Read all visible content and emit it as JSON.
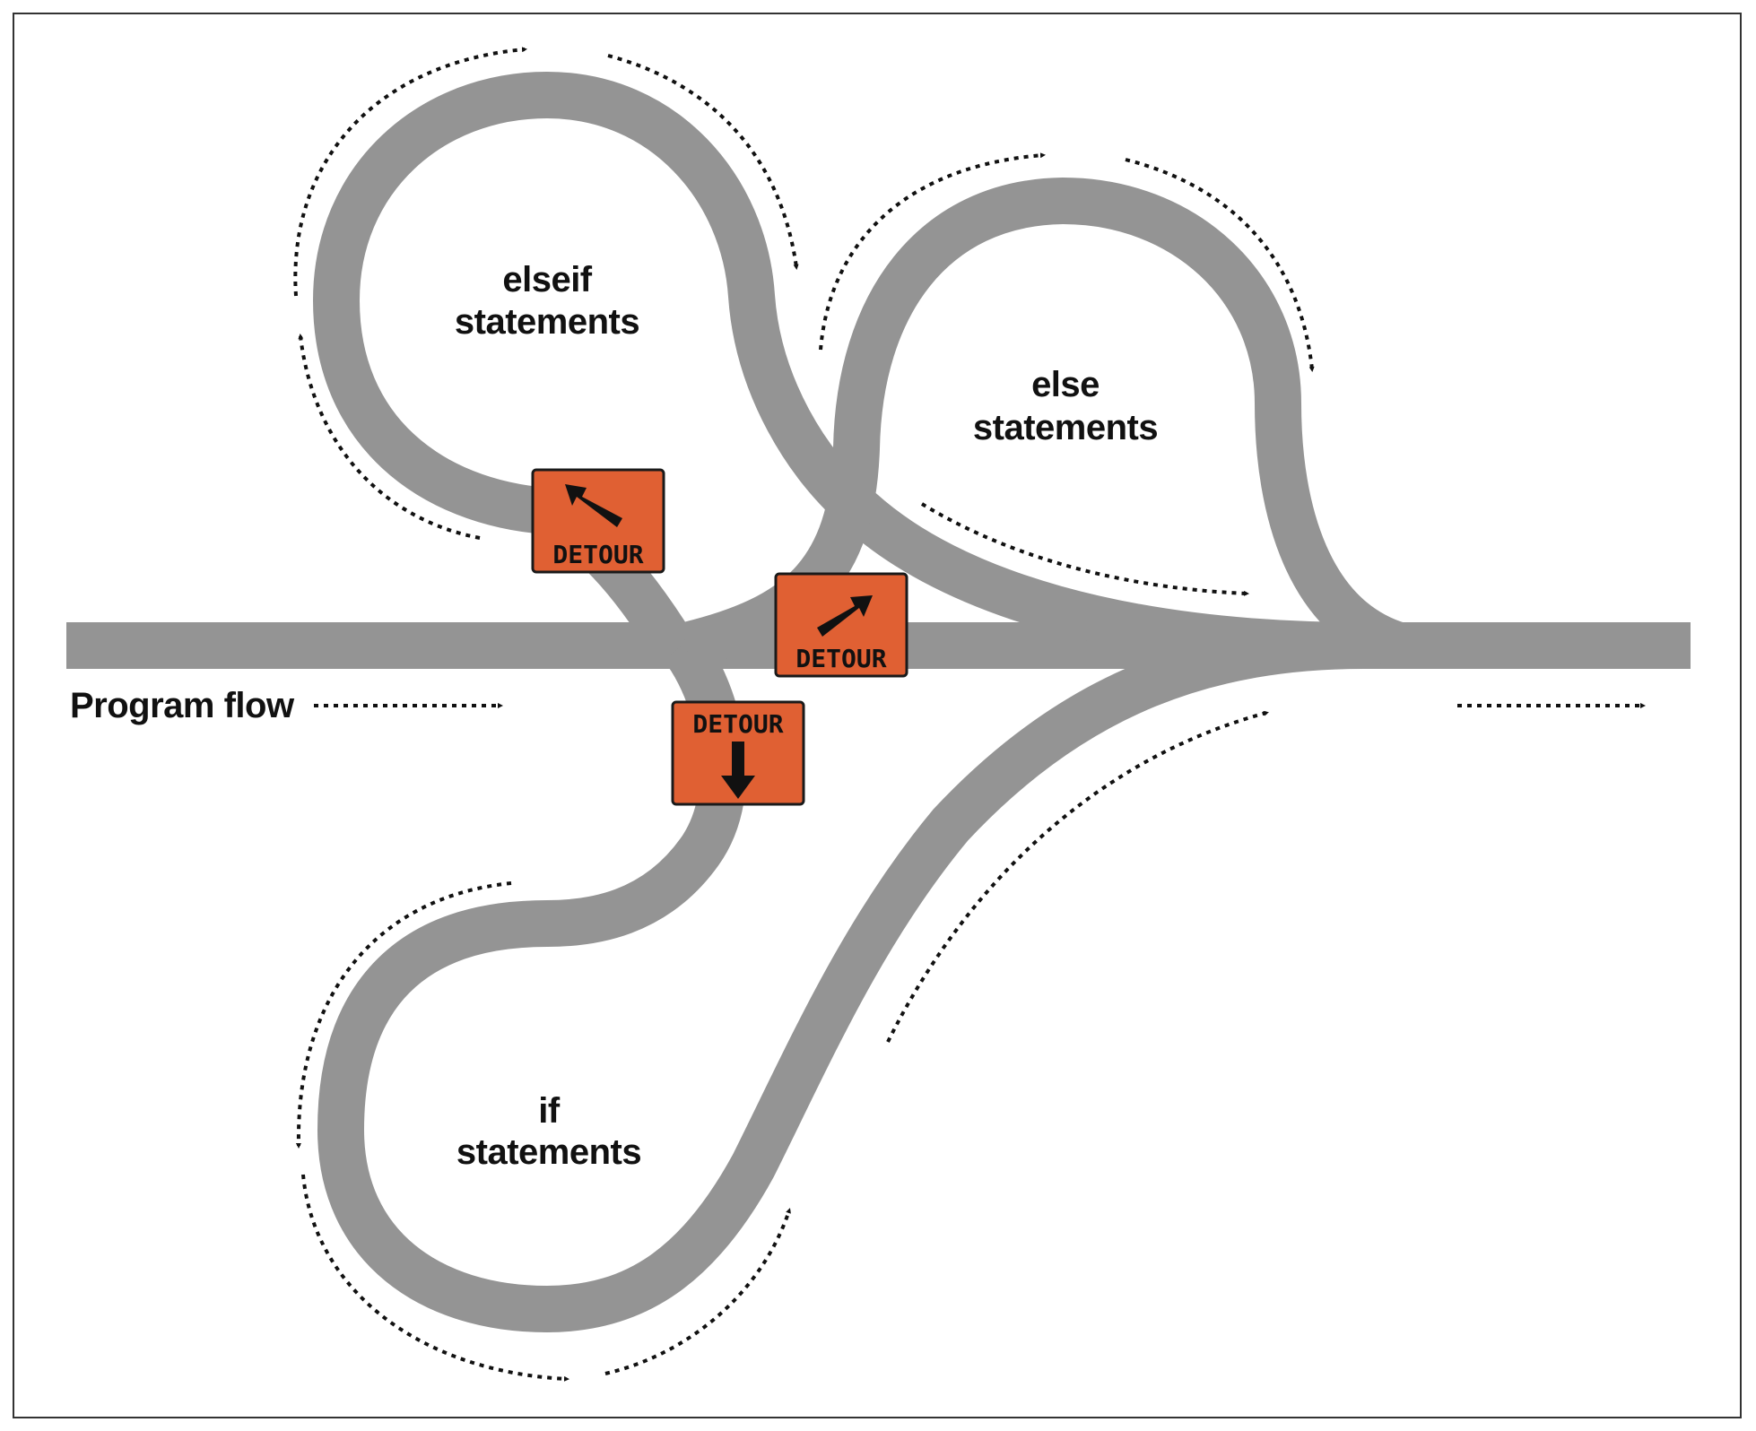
{
  "colors": {
    "road": "#949494",
    "sign_fill": "#e06033",
    "sign_border": "#1a1a1a",
    "text": "#111111",
    "arrow": "#111111"
  },
  "labels": {
    "program_flow": "Program flow",
    "elseif_line1": "elseif",
    "elseif_line2": "statements",
    "else_line1": "else",
    "else_line2": "statements",
    "if_line1": "if",
    "if_line2": "statements"
  },
  "signs": [
    {
      "text": "DETOUR",
      "icon": "arrow-up-left-icon"
    },
    {
      "text": "DETOUR",
      "icon": "arrow-up-right-icon"
    },
    {
      "text": "DETOUR",
      "icon": "arrow-down-icon"
    }
  ]
}
